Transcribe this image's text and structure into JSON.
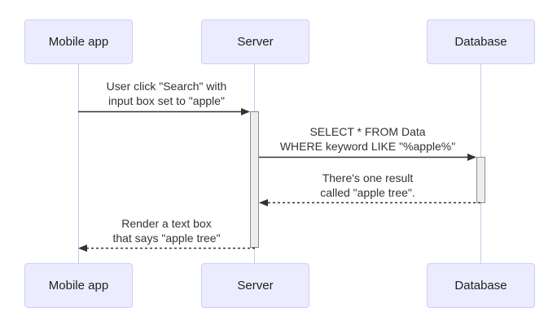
{
  "diagram": {
    "type": "sequence",
    "participants": [
      {
        "id": "mobile",
        "label": "Mobile app"
      },
      {
        "id": "server",
        "label": "Server"
      },
      {
        "id": "database",
        "label": "Database"
      }
    ],
    "messages": [
      {
        "from": "Mobile app",
        "to": "Server",
        "style": "solid",
        "text": "User click \"Search\" with\ninput box set to \"apple\""
      },
      {
        "from": "Server",
        "to": "Database",
        "style": "solid",
        "text": "SELECT * FROM Data\nWHERE keyword LIKE \"%apple%\""
      },
      {
        "from": "Database",
        "to": "Server",
        "style": "dashed",
        "text": "There's one result\ncalled \"apple tree\"."
      },
      {
        "from": "Server",
        "to": "Mobile app",
        "style": "dashed",
        "text": "Render a text box\nthat says \"apple tree\""
      }
    ],
    "activations": [
      {
        "on": "Server",
        "from_message": 1,
        "to_message": 4
      },
      {
        "on": "Database",
        "from_message": 2,
        "to_message": 3
      }
    ],
    "colors": {
      "background": "#FFFFFF",
      "actor_fill": "#ECECFF",
      "actor_border": "#CCCCFF",
      "actor_text": "#1F1F1F",
      "lifeline": "#C9C9E4",
      "message_line": "#333333",
      "message_text": "#333333",
      "activation_fill": "#EDEDED",
      "activation_border": "#8C8C8C"
    }
  }
}
